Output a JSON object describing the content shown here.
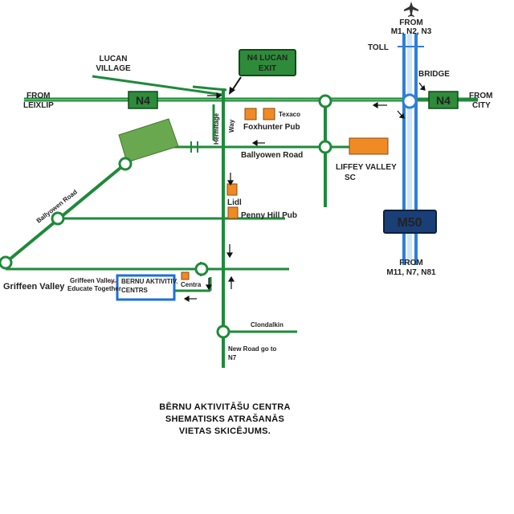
{
  "colors": {
    "road": "#1e8a3a",
    "motorway": "#2f7fd6",
    "motorway_inner": "#cfe6ff",
    "building": "#f08a24",
    "sign_green": "#2e8b3a",
    "sign_blue": "#1a3f77",
    "highlight": "#1e6fd9",
    "school_text": "#b22222"
  },
  "icons": {
    "airport": "airplane-icon",
    "roundabout": "roundabout-icon",
    "arrow": "arrow-icon"
  },
  "labels": {
    "from_m1": "FROM",
    "from_m1_line2": "M1, N2, N3",
    "toll": "TOLL",
    "bridge": "BRIDGE",
    "from_city": "FROM",
    "from_city_line2": "CITY",
    "lucan_village": "LUCAN",
    "lucan_village_line2": "VILLAGE",
    "n4_exit": "N4 LUCAN",
    "n4_exit_line2": "EXIT",
    "from_leixlip": "FROM",
    "from_leixlip_line2": "LEIXLIP",
    "n4_left": "N4",
    "n4_right": "N4",
    "texaco": "Texaco",
    "foxhunter": "Foxhunter Pub",
    "hermitage": "Hermitage",
    "hermitage_line2": "Way",
    "ballyowen_road": "Ballyowen Road",
    "ballyowen_road_diag": "Ballyowen Road",
    "liffey_valley": "LIFFEY VALLEY",
    "liffey_valley_line2": "SC",
    "lidl": "Lidl",
    "penny_hill": "Penny Hill Pub",
    "m50": "M50",
    "griffeen_valley": "Griffeen Valley",
    "school": "Griffeen Valley",
    "school_line2": "Educate Together",
    "centre": "BERNU AKTIVITIV.",
    "centre_line2": "CENTRS",
    "centra": "Centra",
    "from_m11": "FROM",
    "from_m11_line2": "M11, N7, N81",
    "clondalkin": "Clondalkin",
    "new_road": "New Road go to",
    "new_road_line2": "N7"
  },
  "caption": {
    "line1": "BĒRNU AKTIVITĀŠU CENTRA",
    "line2": "SHEMATISKS ATRAŠANĀS",
    "line3": "VIETAS SKICĒJUMS."
  }
}
